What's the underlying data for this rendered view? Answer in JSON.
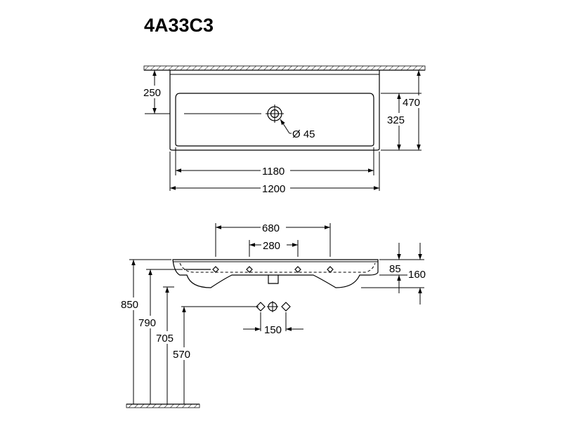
{
  "drawing": {
    "title": "4A33C3",
    "top_view": {
      "depth_to_tap_hole": "250",
      "total_depth": "470",
      "bowl_depth": "325",
      "tap_hole_diameter": "Ø 45",
      "inner_width": "1180",
      "total_width": "1200"
    },
    "front_view": {
      "outer_tap_spacing": "680",
      "inner_tap_spacing": "280",
      "bowl_height": "85",
      "total_height": "160",
      "mount_height_top": "850",
      "mount_height_rim": "790",
      "mount_height_bottom": "705",
      "supply_height": "570",
      "supply_spacing": "150"
    },
    "colors": {
      "line": "#000000",
      "wall_hatch": "#b8b8b8"
    }
  }
}
